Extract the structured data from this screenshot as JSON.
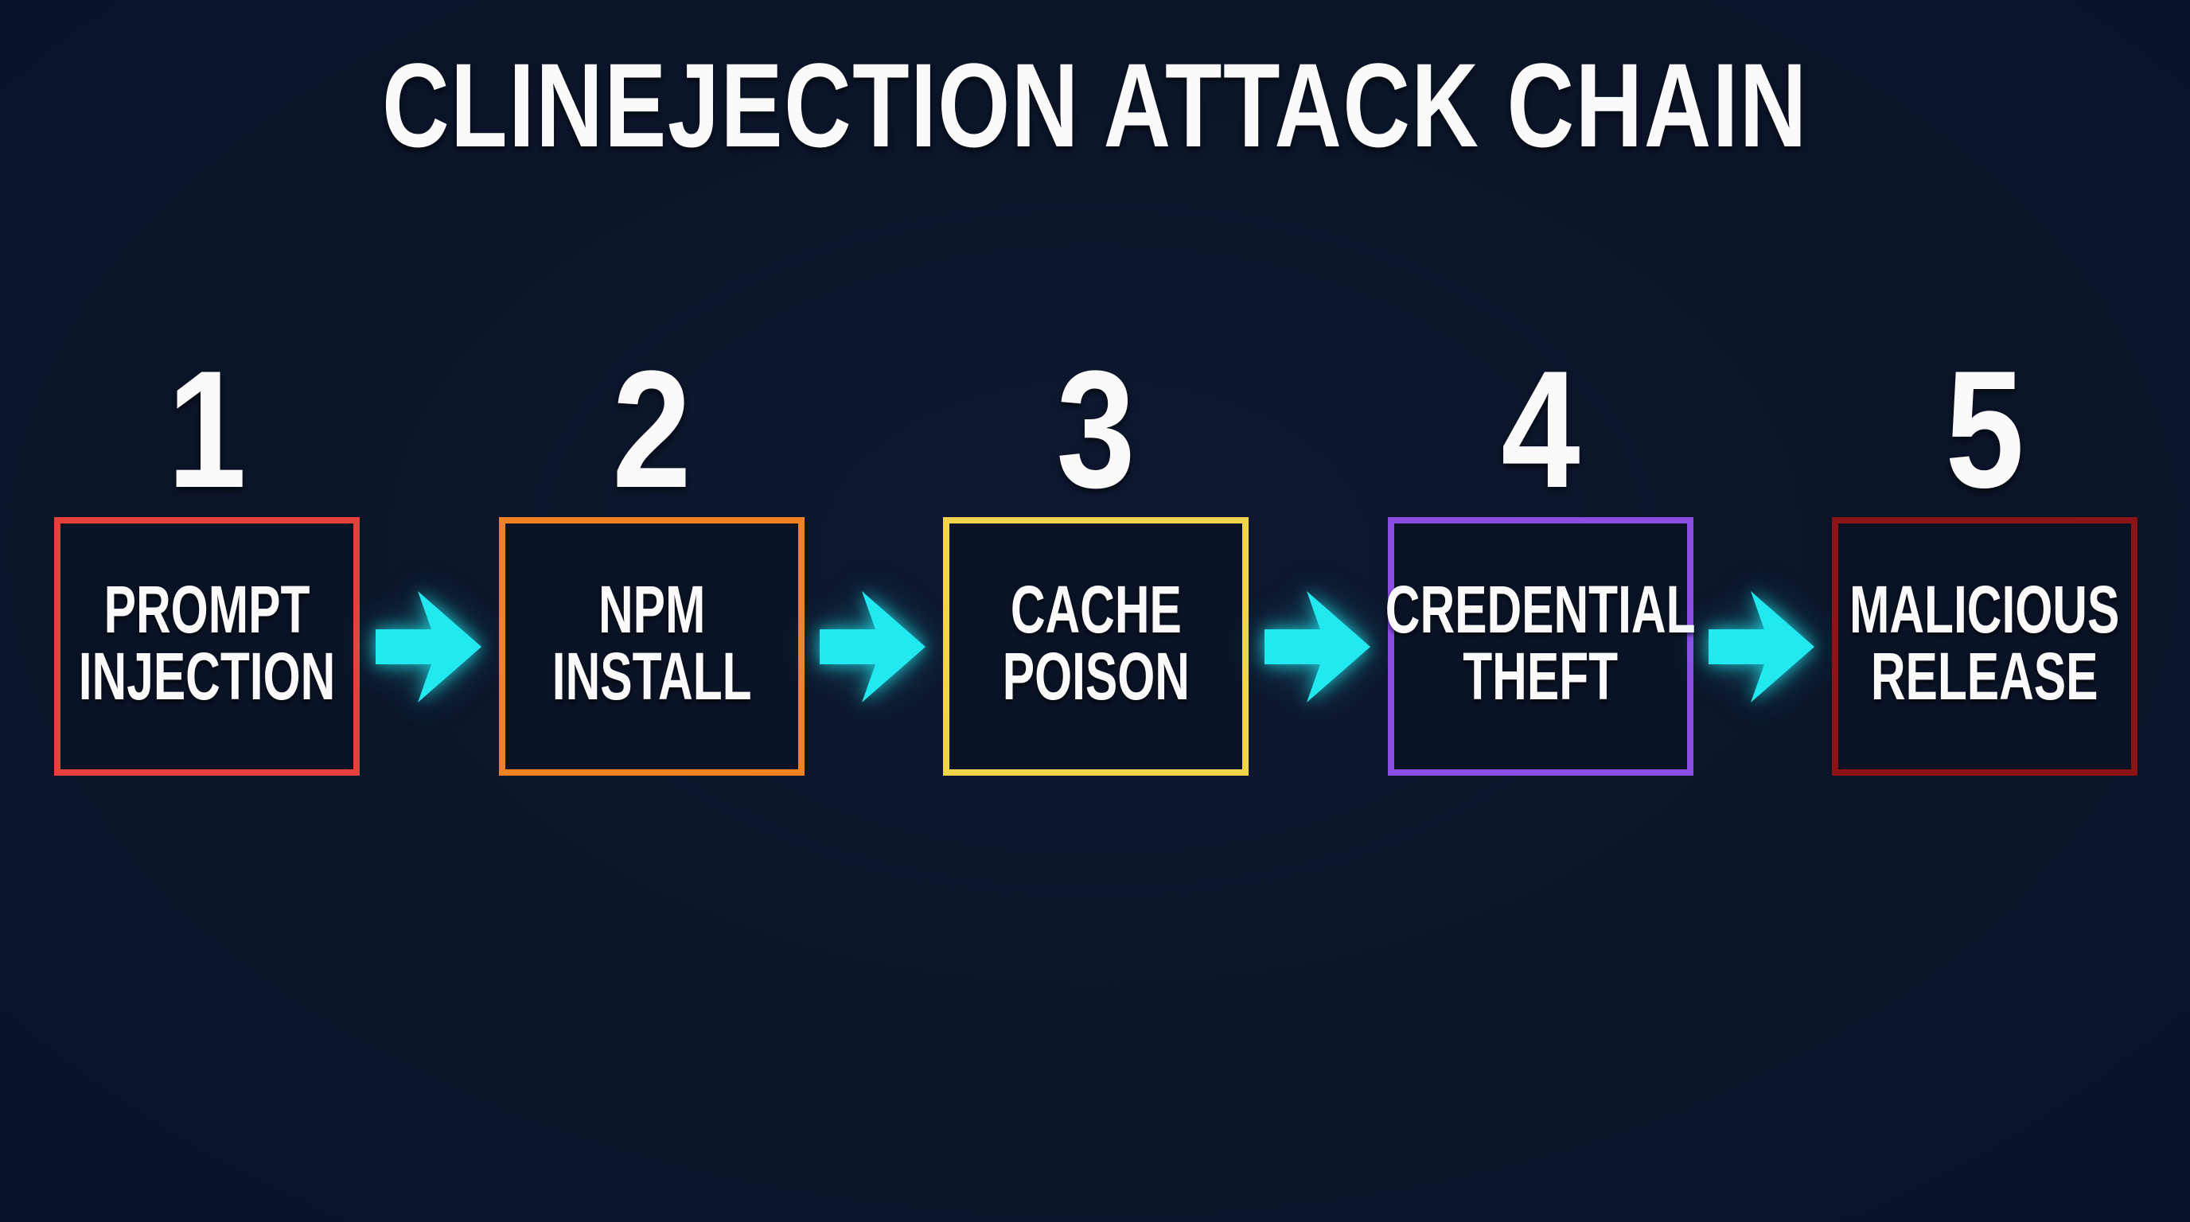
{
  "title": "CLINEJECTION ATTACK CHAIN",
  "colors": {
    "background": "#0b1428",
    "text": "#fafafa",
    "arrow": "#22e8f0"
  },
  "steps": [
    {
      "number": "1",
      "label": "PROMPT\nINJECTION",
      "border_color": "#e8403a"
    },
    {
      "number": "2",
      "label": "NPM\nINSTALL",
      "border_color": "#f58220"
    },
    {
      "number": "3",
      "label": "CACHE\nPOISON",
      "border_color": "#f2d44a"
    },
    {
      "number": "4",
      "label": "CREDENTIAL\nTHEFT",
      "border_color": "#8c4ce6"
    },
    {
      "number": "5",
      "label": "MALICIOUS\nRELEASE",
      "border_color": "#8b1414"
    }
  ],
  "arrows": [
    {
      "icon": "arrow-right-icon",
      "from": "1",
      "to": "2"
    },
    {
      "icon": "arrow-right-icon",
      "from": "2",
      "to": "3"
    },
    {
      "icon": "arrow-right-icon",
      "from": "3",
      "to": "4"
    },
    {
      "icon": "arrow-right-icon",
      "from": "4",
      "to": "5"
    }
  ]
}
